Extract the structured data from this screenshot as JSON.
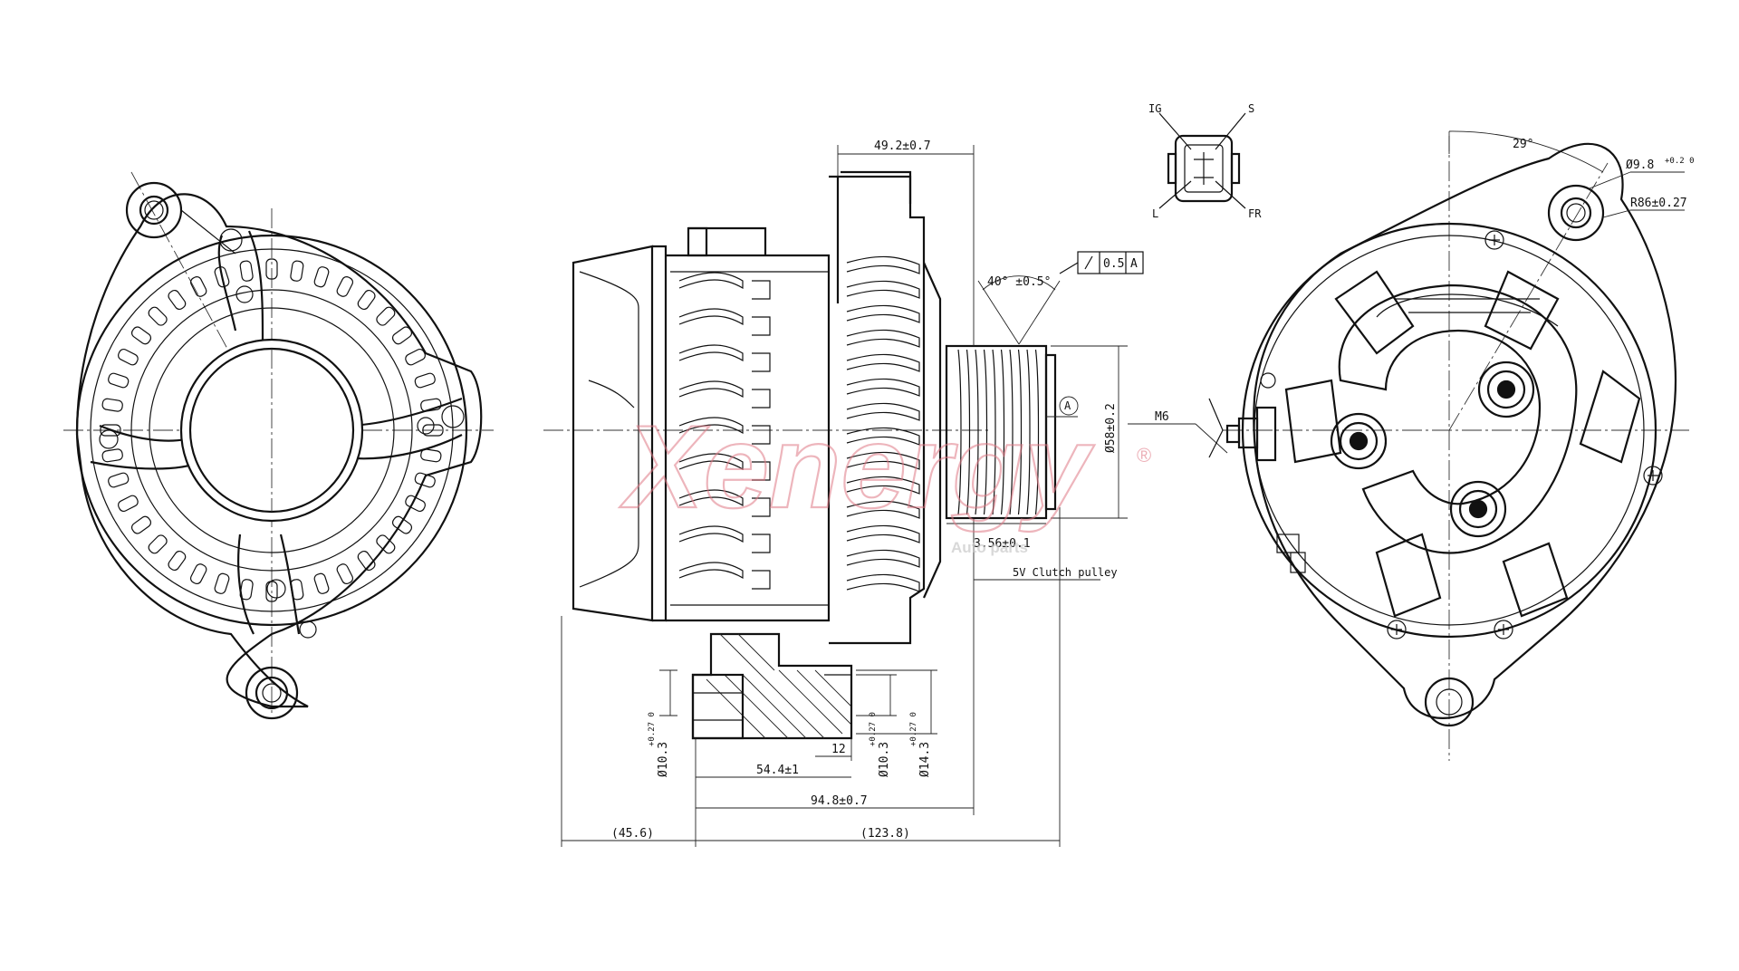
{
  "watermark": {
    "brand": "Xenergy",
    "subtitle": "Auto parts",
    "registered": "®"
  },
  "connector": {
    "pins": [
      "IG",
      "S",
      "L",
      "FR"
    ]
  },
  "dimensions": {
    "length_49": "49.2±0.7",
    "pulley_angle": "40° ±0.5°",
    "runout": "0.5",
    "datum_ref": "A",
    "datum": "A",
    "pulley_dia": "Ø58±0.2",
    "thread": "M6",
    "groove": "3.56±0.1",
    "pulley_type": "5V Clutch pulley",
    "mount_span": "54.4±1",
    "boss_len": "12",
    "overall": "94.8±0.7",
    "rear_offset": "(45.6)",
    "total_len": "(123.8)",
    "bore_left": "Ø10.3",
    "bore_left_tol": "+0.27 0",
    "bore_mid": "Ø10.3",
    "bore_mid_tol": "+0.27 0",
    "bore_right": "Ø14.3",
    "bore_right_tol": "+0.27 0",
    "ear_angle": "29°",
    "ear_hole": "Ø9.8",
    "ear_hole_tol": "+0.2 0",
    "ear_radius": "R86±0.27"
  }
}
